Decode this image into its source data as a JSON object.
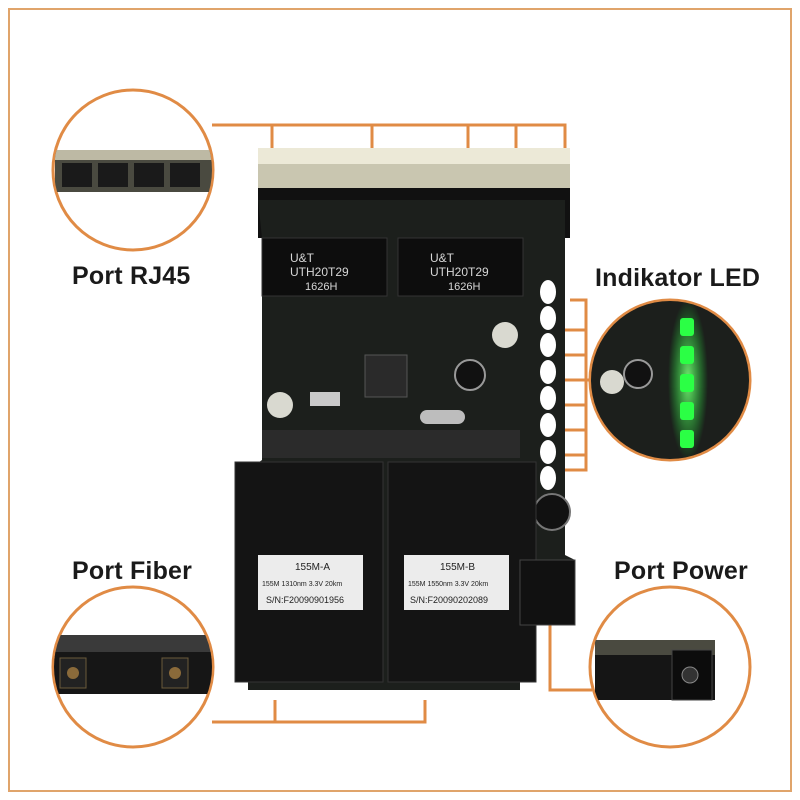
{
  "labels": {
    "rj45": "Port RJ45",
    "led": "Indikator LED",
    "fiber": "Port Fiber",
    "power": "Port Power"
  },
  "board_text": {
    "chip_brand": "U&T",
    "chip_model": "UTH20T29",
    "chip_code": "1626H",
    "module_a_name": "155M-A",
    "module_a_spec": "155M 1310nm 3.3V 20km",
    "module_a_sn": "S/N:F20090901956",
    "module_b_name": "155M-B",
    "module_b_spec": "155M 1550nm 3.3V 20km",
    "module_b_sn": "S/N:F20090202089"
  },
  "colors": {
    "accent": "#e08b45",
    "pcb": "#1c1f1c",
    "led": "#48ff5a"
  }
}
